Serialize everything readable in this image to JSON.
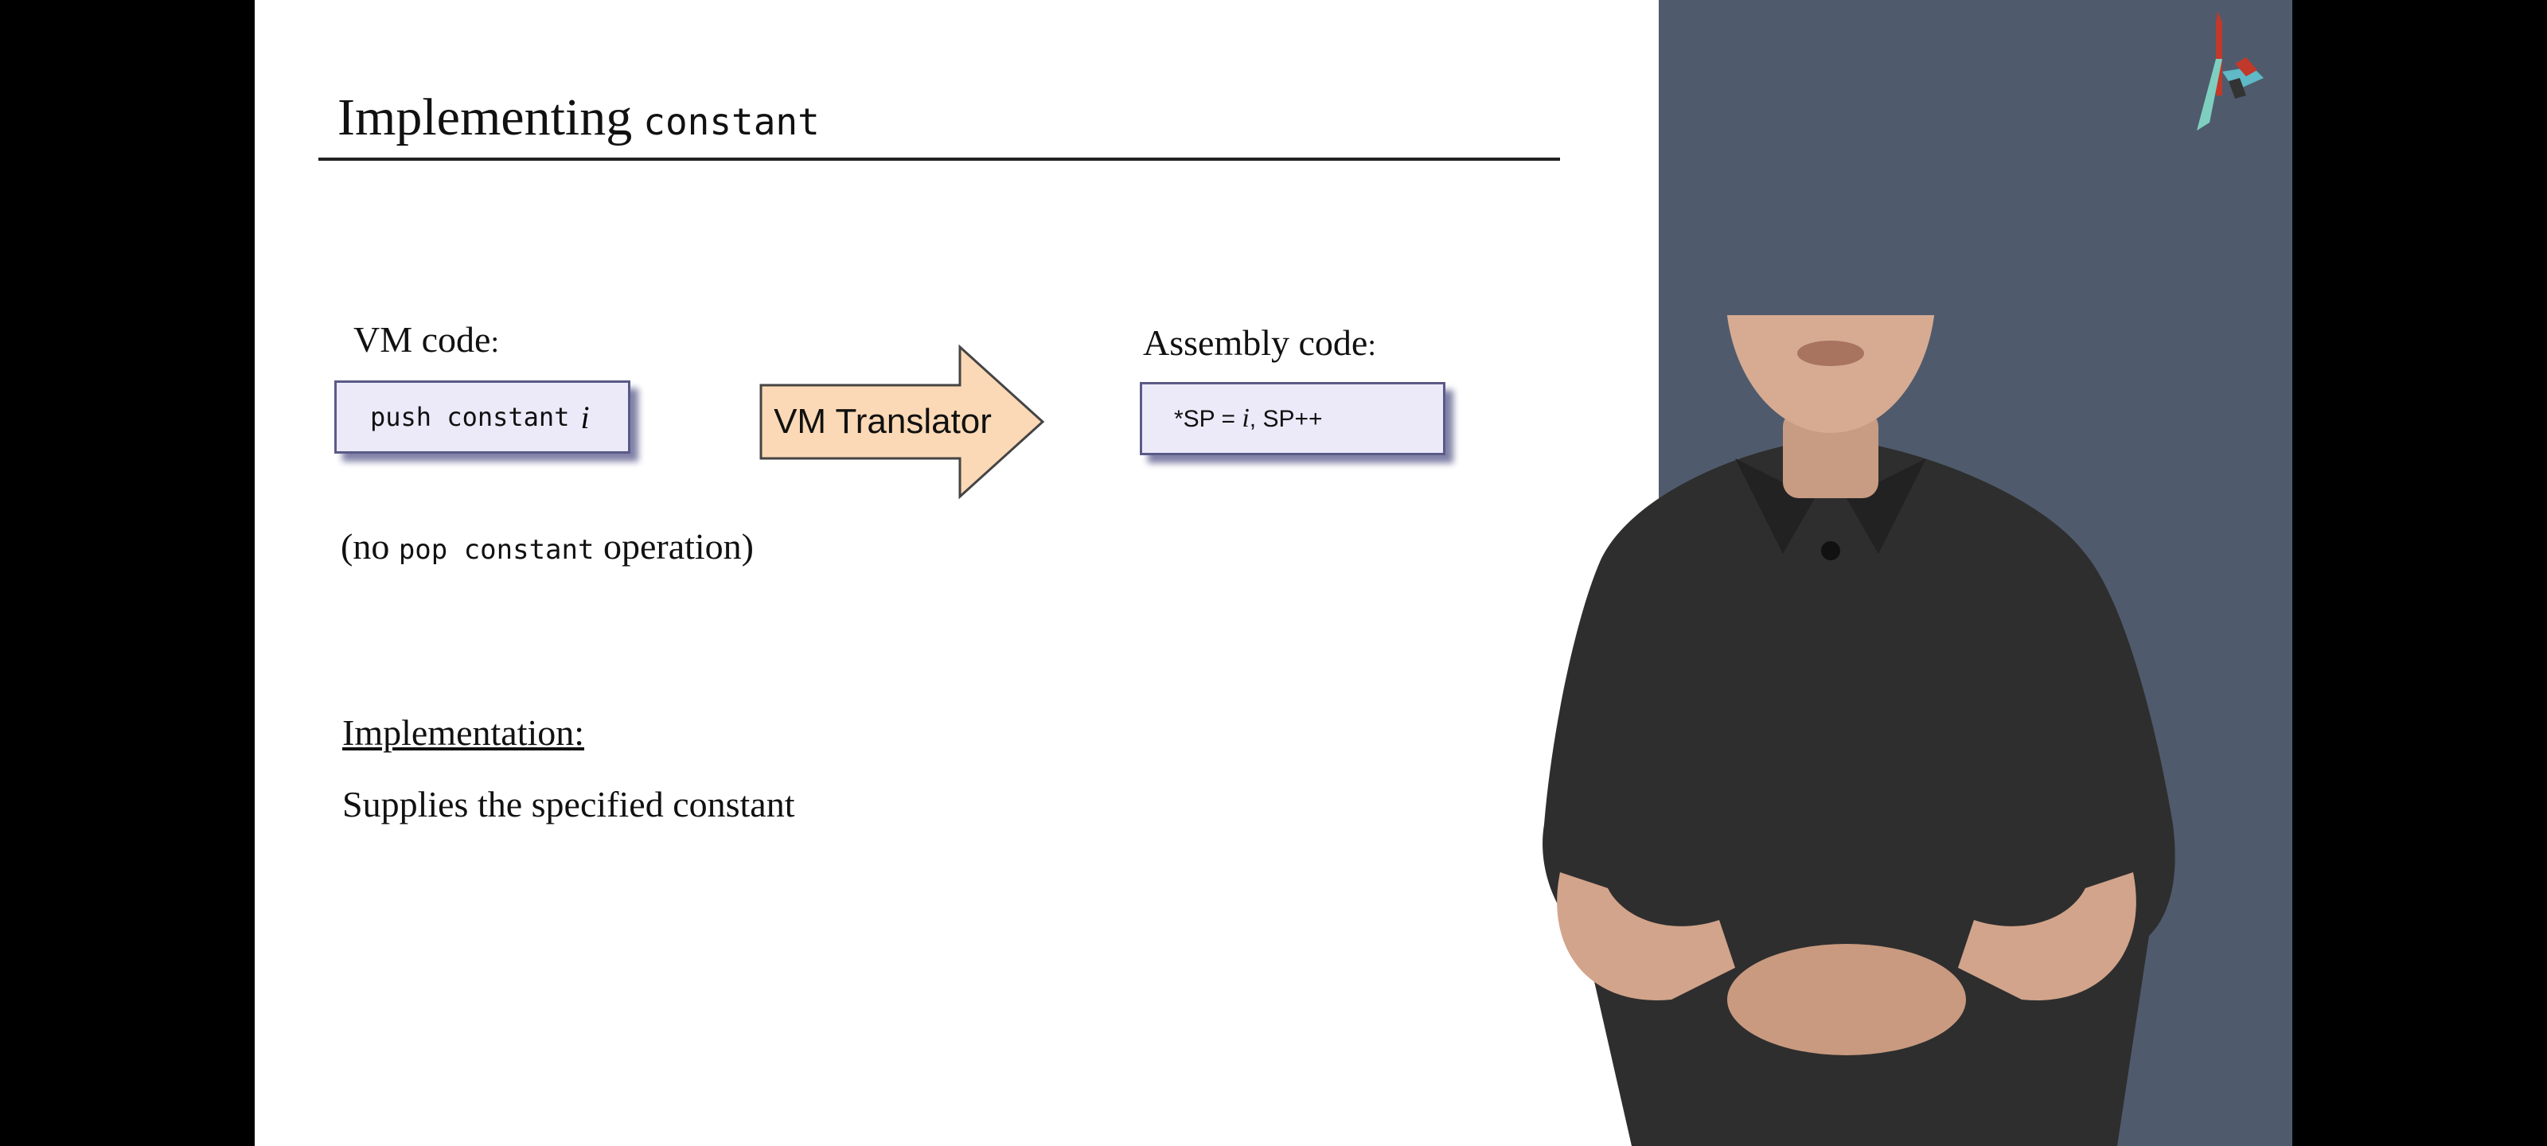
{
  "slide": {
    "title_text": "Implementing",
    "title_code": "constant",
    "vm_label": "VM code",
    "vm_label_colon": ":",
    "vm_code": "push constant",
    "vm_var": "i",
    "translator_label": "VM Translator",
    "asm_label": "Assembly code",
    "asm_label_colon": ":",
    "asm_code_prefix": "*SP = ",
    "asm_code_var": "i",
    "asm_code_suffix": ", SP++",
    "no_pop_open": "(no ",
    "no_pop_code": "pop constant",
    "no_pop_close": " operation)",
    "impl_heading": "Implementation:",
    "impl_text": "Supplies the specified constant"
  },
  "colors": {
    "slide_background": "#ffffff",
    "video_backdrop": "#4f5b6c",
    "code_box_fill": "#eceaf9",
    "arrow_fill": "#fbd9b6"
  },
  "icons": {
    "logo": "course-logo-icon"
  },
  "images": {
    "presenter": "lecturer-video-feed"
  }
}
